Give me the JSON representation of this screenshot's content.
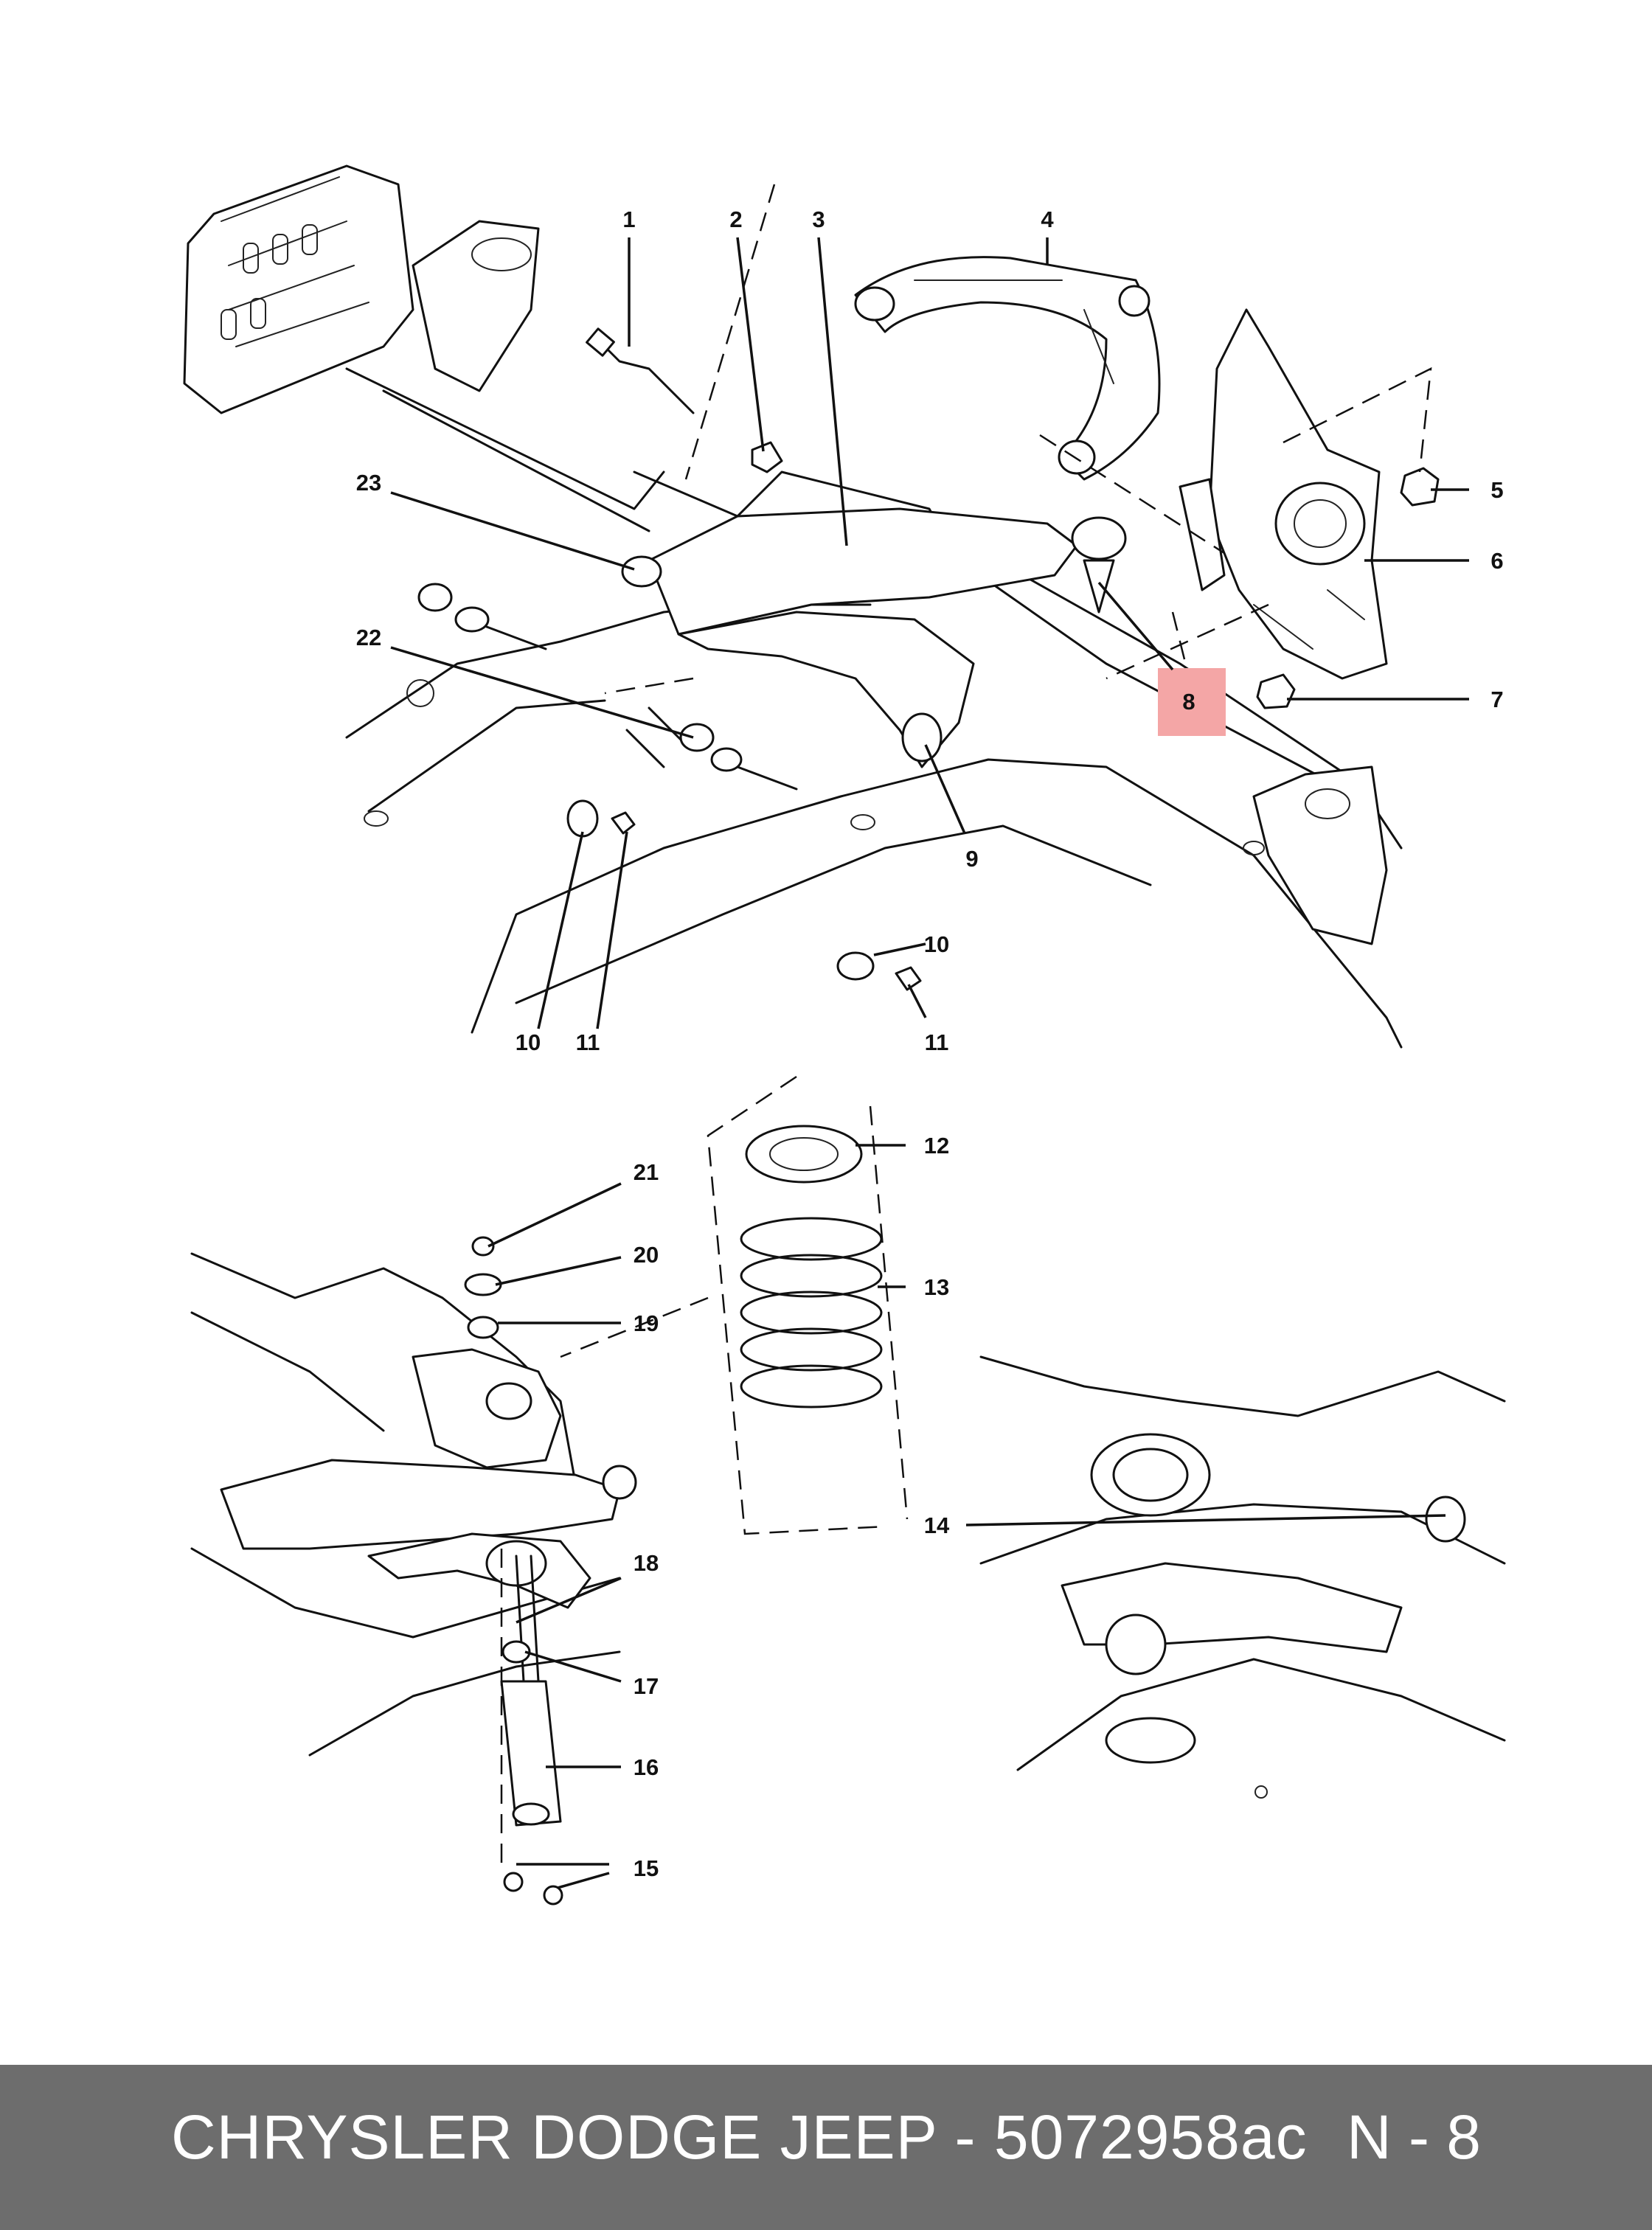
{
  "callouts": {
    "c1": "1",
    "c2": "2",
    "c3": "3",
    "c4": "4",
    "c5": "5",
    "c6": "6",
    "c7": "7",
    "c8": "8",
    "c9": "9",
    "c10a": "10",
    "c10b": "10",
    "c11a": "11",
    "c11b": "11",
    "c12": "12",
    "c13": "13",
    "c14": "14",
    "c15": "15",
    "c16": "16",
    "c17": "17",
    "c18": "18",
    "c19": "19",
    "c20": "20",
    "c21": "21",
    "c22": "22",
    "c23": "23"
  },
  "highlight": {
    "color": "#f4a6a6",
    "callout": "8"
  },
  "footer": {
    "title": "CHRYSLER DODGE JEEP - 5072958ac",
    "page": "N - 8",
    "background": "#6d6d6d",
    "text_color": "#ffffff"
  }
}
